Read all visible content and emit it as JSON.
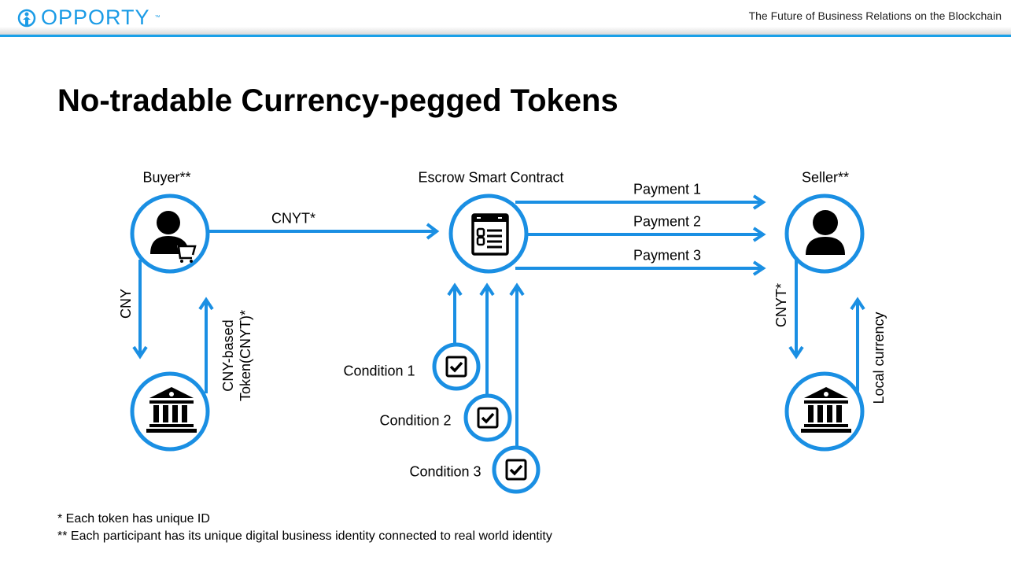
{
  "header": {
    "logo_text": "OPPORTY",
    "logo_tm": "™",
    "tagline": "The Future of Business Relations on the Blockchain"
  },
  "title": "No-tradable Currency-pegged Tokens",
  "nodes": {
    "buyer": "Buyer**",
    "escrow": "Escrow Smart Contract",
    "seller": "Seller**"
  },
  "flows": {
    "buyer_to_escrow": "CNYT*",
    "payments": [
      "Payment 1",
      "Payment 2",
      "Payment 3"
    ],
    "buyer_to_bank": "CNY",
    "bank_to_buyer": [
      "CNY-based",
      "Token(CNYT)*"
    ],
    "seller_to_bank": "CNYT*",
    "bank_to_seller": "Local currency"
  },
  "conditions": [
    "Condition 1",
    "Condition 2",
    "Condition 3"
  ],
  "footnotes": [
    "* Each token has unique ID",
    "** Each participant has its unique digital business identity connected to real world identity"
  ],
  "colors": {
    "accent": "#1a8fe3",
    "logo": "#1a9be6"
  }
}
